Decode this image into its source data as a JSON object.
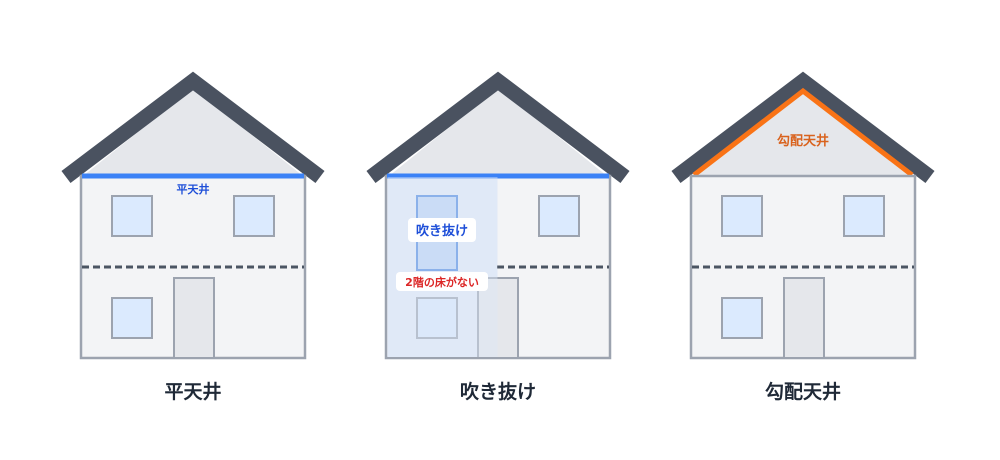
{
  "houses": [
    {
      "title": "平天井",
      "ceiling_label": "平天井"
    },
    {
      "title": "吹き抜け",
      "void_label": "吹き抜け",
      "note_label": "2階の床がない"
    },
    {
      "title": "勾配天井",
      "ceiling_label": "勾配天井"
    }
  ],
  "colors": {
    "roof": "#4a5260",
    "gable": "#e5e7eb",
    "wall": "#f3f4f6",
    "wall_border": "#9ca3af",
    "window_fill": "#dbeafe",
    "window_border": "#9ca3af",
    "door": "#e5e7eb",
    "floor_line": "#4b5563",
    "flat_ceiling": "#3b82f6",
    "void_fill": "#e3ebf8",
    "void_label": "#1d4ed8",
    "note_label": "#dc2626",
    "vaulted_ceiling": "#f97316",
    "vaulted_label": "#d9631e"
  }
}
